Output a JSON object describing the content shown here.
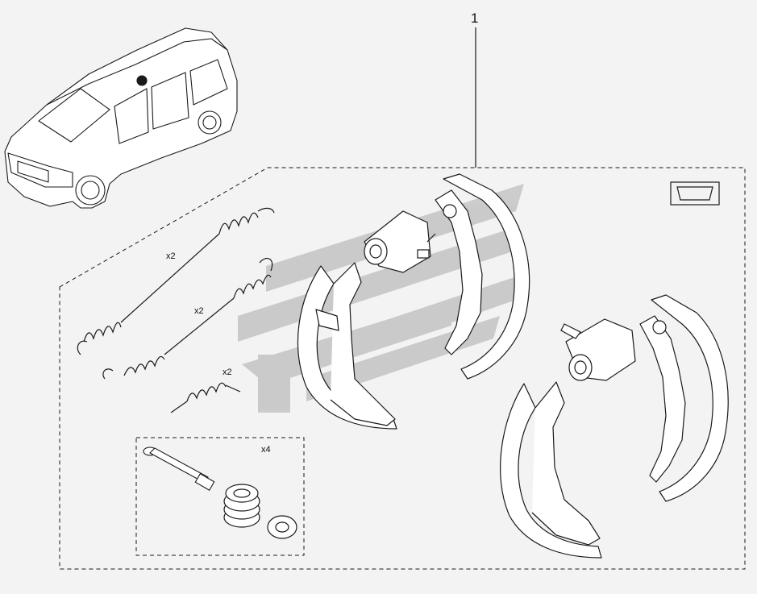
{
  "callout": {
    "number": "1"
  },
  "quantities": {
    "spring_top": "x2",
    "spring_middle": "x2",
    "spring_small": "x2",
    "pin_kit": "x4"
  },
  "colors": {
    "background": "#f3f3f3",
    "line": "#1a1a1a",
    "watermark": "#c4c4c4"
  },
  "icons": {
    "vehicle": "van-vehicle-icon",
    "kit_badge": "kit-badge-icon",
    "watermark": "logo-watermark"
  }
}
